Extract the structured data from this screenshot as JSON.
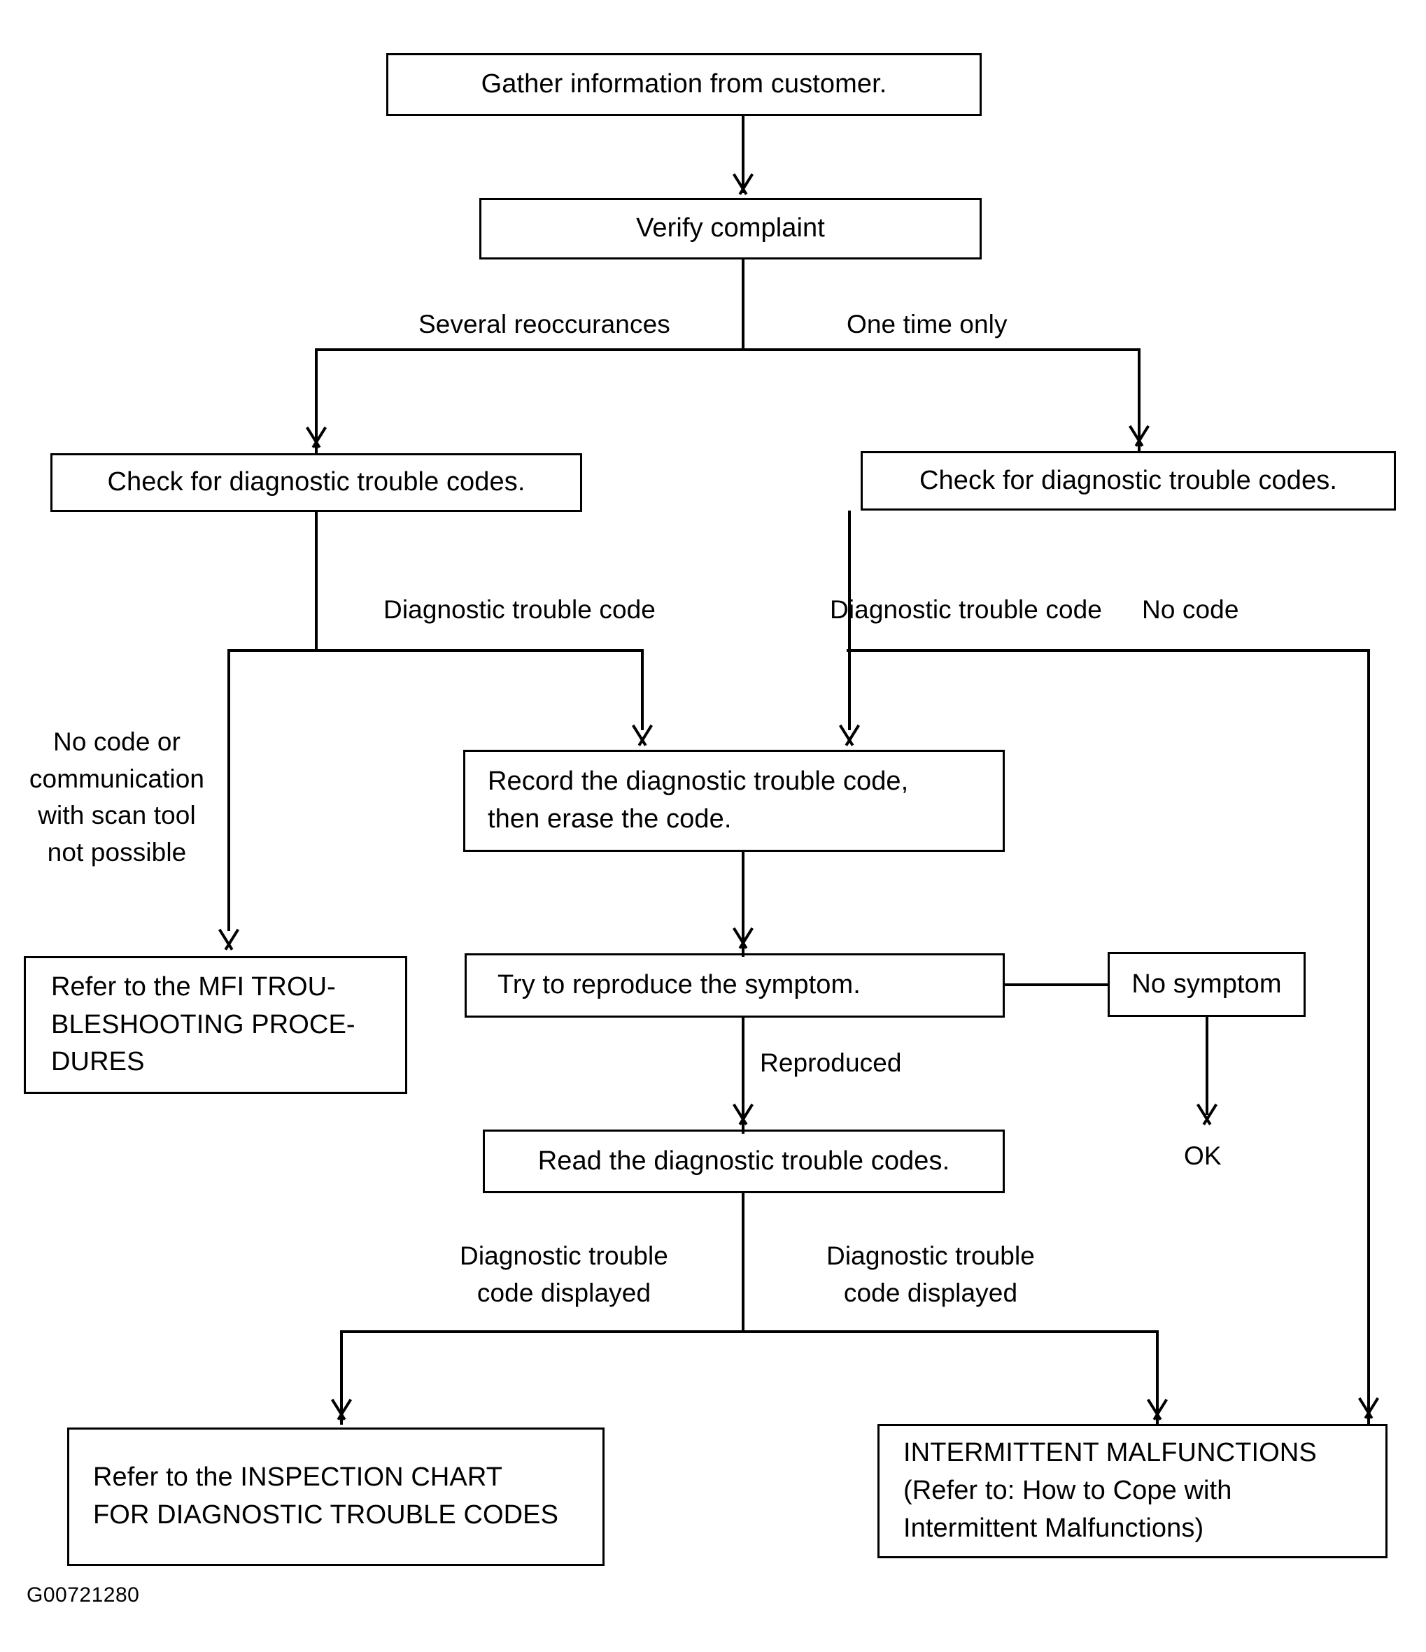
{
  "diagram": {
    "title": "Diagnostic Troubleshooting Flowchart",
    "caption": "G00721280",
    "nodes": {
      "gather": "Gather information from customer.",
      "verify": "Verify complaint",
      "check_left": "Check for diagnostic trouble codes.",
      "check_right": "Check for diagnostic trouble codes.",
      "record": "Record the diagnostic trouble code,\nthen erase the code.",
      "mfi": "Refer to the MFI TROU-\nBLESHOOTING PROCE-\nDURES",
      "reproduce": "Try to reproduce the symptom.",
      "no_symptom": "No symptom",
      "read_codes": "Read the diagnostic trouble codes.",
      "inspection_chart": "Refer to the INSPECTION CHART\nFOR DIAGNOSTIC TROUBLE CODES",
      "intermittent": "INTERMITTENT MALFUNCTIONS\n(Refer to:  How to Cope with\nIntermittent Malfunctions)"
    },
    "edge_labels": {
      "several": "Several reoccurances",
      "one_time": "One time only",
      "dtc_left": "Diagnostic trouble code",
      "dtc_right": "Diagnostic trouble code",
      "no_code": "No code",
      "no_code_comm": "No code or\ncommunication\nwith scan tool\nnot possible",
      "reproduced": "Reproduced",
      "ok": "OK",
      "dtc_displayed_left": "Diagnostic trouble\ncode displayed",
      "dtc_displayed_right": "Diagnostic trouble\ncode displayed"
    }
  }
}
